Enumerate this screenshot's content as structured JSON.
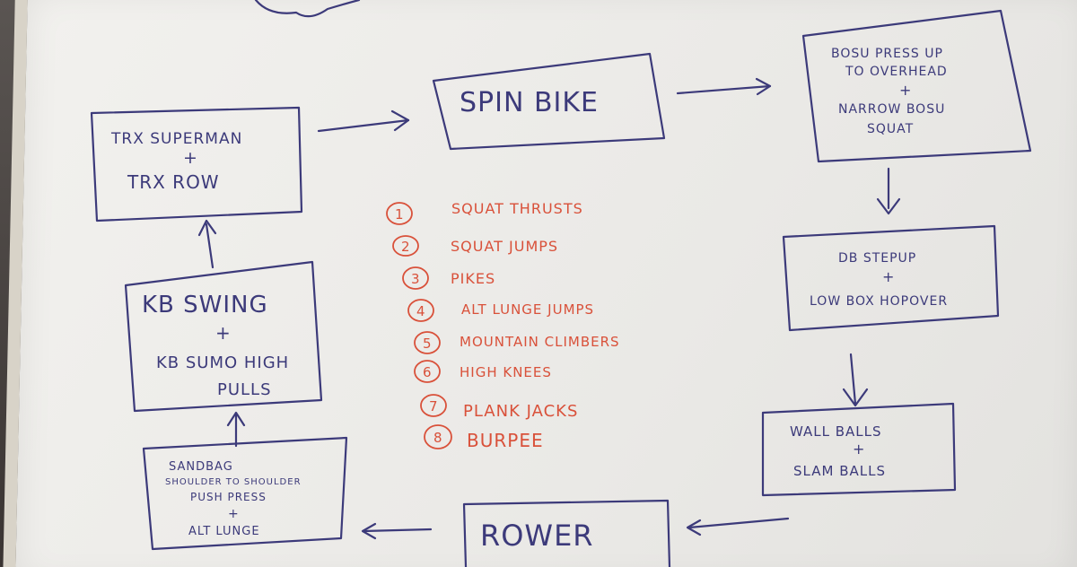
{
  "diagram": {
    "stations": [
      {
        "id": "trx",
        "lines": [
          "TRX SUPERMAN",
          "+",
          "TRX ROW"
        ]
      },
      {
        "id": "spin",
        "lines": [
          "SPIN BIKE"
        ]
      },
      {
        "id": "bosu",
        "lines": [
          "BOSU PRESS UP",
          "TO OVERHEAD",
          "+",
          "NARROW BOSU",
          "SQUAT"
        ]
      },
      {
        "id": "db",
        "lines": [
          "DB STEPUP",
          "+",
          "LOW BOX HOPOVER"
        ]
      },
      {
        "id": "wall",
        "lines": [
          "WALL BALLS",
          "+",
          "SLAM BALLS"
        ]
      },
      {
        "id": "rower",
        "lines": [
          "ROWER"
        ]
      },
      {
        "id": "sandbag",
        "lines": [
          "SANDBAG",
          "SHOULDER TO SHOULDER",
          "PUSH PRESS",
          "+",
          "ALT LUNGE"
        ]
      },
      {
        "id": "kb",
        "lines": [
          "KB SWING",
          "+",
          "KB SUMO HIGH",
          "PULLS"
        ]
      }
    ],
    "exercises": [
      {
        "num": "1",
        "label": "SQUAT THRUSTS"
      },
      {
        "num": "2",
        "label": "SQUAT JUMPS"
      },
      {
        "num": "3",
        "label": "PIKES"
      },
      {
        "num": "4",
        "label": "ALT LUNGE JUMPS"
      },
      {
        "num": "5",
        "label": "MOUNTAIN CLIMBERS"
      },
      {
        "num": "6",
        "label": "HIGH KNEES"
      },
      {
        "num": "7",
        "label": "PLANK JACKS"
      },
      {
        "num": "8",
        "label": "BURPEE"
      }
    ],
    "colors": {
      "marker_blue": "#3c3a7a",
      "marker_red": "#d9513a",
      "board": "#efeeea"
    }
  }
}
